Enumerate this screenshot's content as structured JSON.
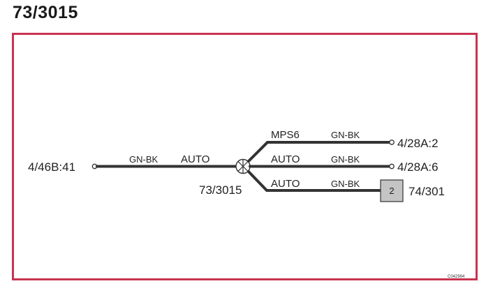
{
  "title": "73/3015",
  "splice": {
    "label": "73/3015"
  },
  "left_wire": {
    "endpoint": "4/46B:41",
    "color": "GN-BK",
    "function": "AUTO"
  },
  "branches": [
    {
      "function": "MPS6",
      "color": "GN-BK",
      "endpoint": "4/28A:2",
      "terminal": "pin"
    },
    {
      "function": "AUTO",
      "color": "GN-BK",
      "endpoint": "4/28A:6",
      "terminal": "pin"
    },
    {
      "function": "AUTO",
      "color": "GN-BK",
      "endpoint": "74/301",
      "terminal": "box",
      "box_label": "2"
    }
  ],
  "figure_code": "C042994",
  "colors": {
    "frame": "#c8334f",
    "wire": "#333333",
    "connector_box": "#c4c4c4"
  }
}
